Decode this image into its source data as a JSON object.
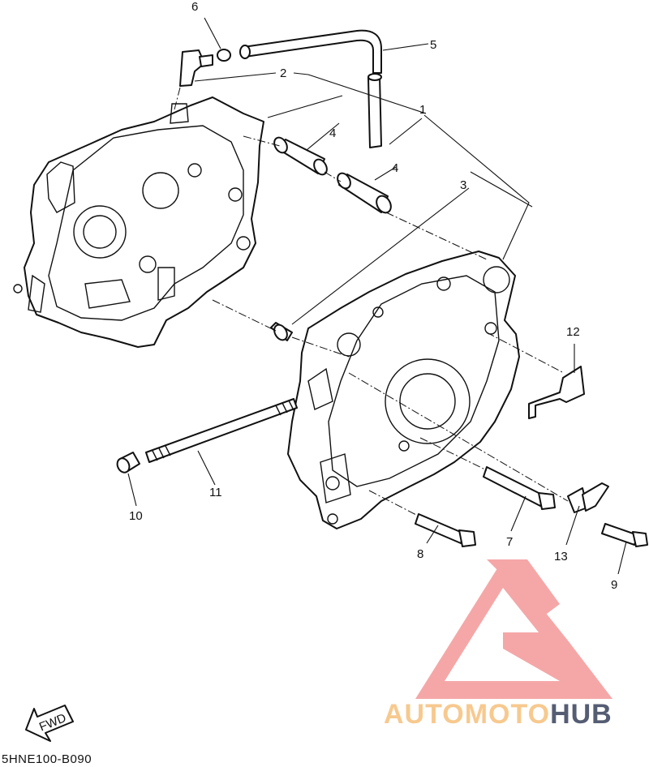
{
  "callouts": [
    {
      "id": "1",
      "text": "1"
    },
    {
      "id": "2",
      "text": "2"
    },
    {
      "id": "3",
      "text": "3"
    },
    {
      "id": "4a",
      "text": "4"
    },
    {
      "id": "4b",
      "text": "4"
    },
    {
      "id": "5",
      "text": "5"
    },
    {
      "id": "6",
      "text": "6"
    },
    {
      "id": "7",
      "text": "7"
    },
    {
      "id": "8",
      "text": "8"
    },
    {
      "id": "9",
      "text": "9"
    },
    {
      "id": "10",
      "text": "10"
    },
    {
      "id": "11",
      "text": "11"
    },
    {
      "id": "12",
      "text": "12"
    },
    {
      "id": "13",
      "text": "13"
    }
  ],
  "fwd_label": "FWD",
  "diagram_code": "5HNE100-B090",
  "watermark": {
    "part1": "AUTOMOTO",
    "part2": "HUB",
    "logo_color": "#f07878",
    "accent_color": "#f7c98f",
    "dark_color": "#555d73"
  }
}
